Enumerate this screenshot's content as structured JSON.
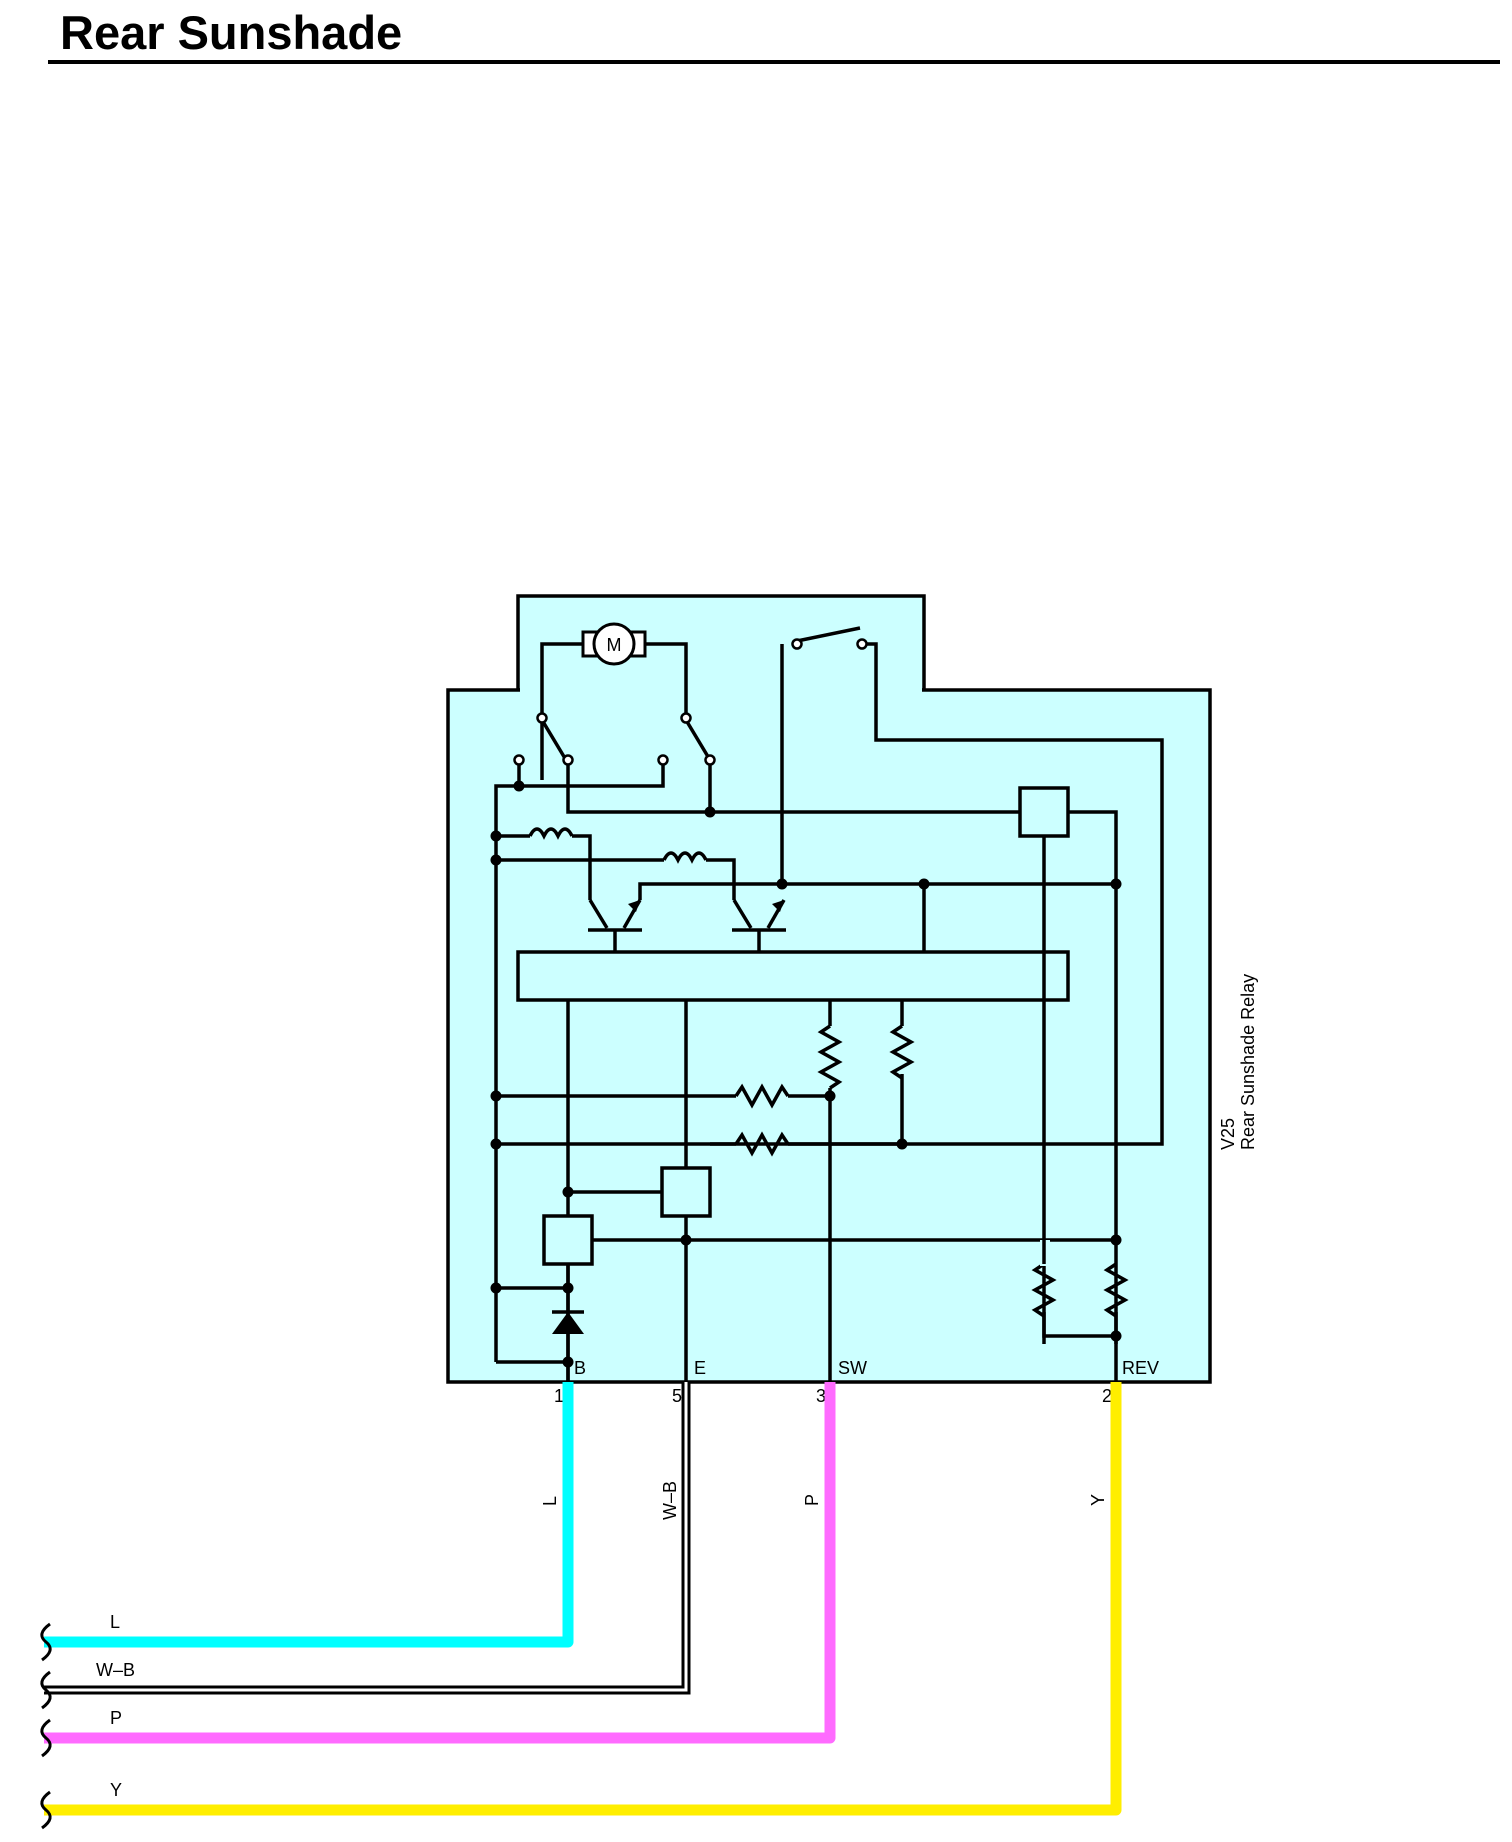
{
  "title": "Rear Sunshade",
  "component": {
    "code": "V25",
    "name": "Rear Sunshade Relay",
    "motor_label": "M"
  },
  "terminals": [
    {
      "name": "B",
      "pin": "1",
      "wire": "L"
    },
    {
      "name": "E",
      "pin": "5",
      "wire": "W–B"
    },
    {
      "name": "SW",
      "pin": "3",
      "wire": "P"
    },
    {
      "name": "REV",
      "pin": "2",
      "wire": "Y"
    }
  ],
  "wires": [
    {
      "label": "L",
      "color": "#00FFFF"
    },
    {
      "label": "W–B",
      "color": "#FFFFFF"
    },
    {
      "label": "P",
      "color": "#FF6BFF"
    },
    {
      "label": "Y",
      "color": "#FFEE00"
    }
  ],
  "colors": {
    "box_fill": "#CCFFFF",
    "line": "#000000"
  }
}
